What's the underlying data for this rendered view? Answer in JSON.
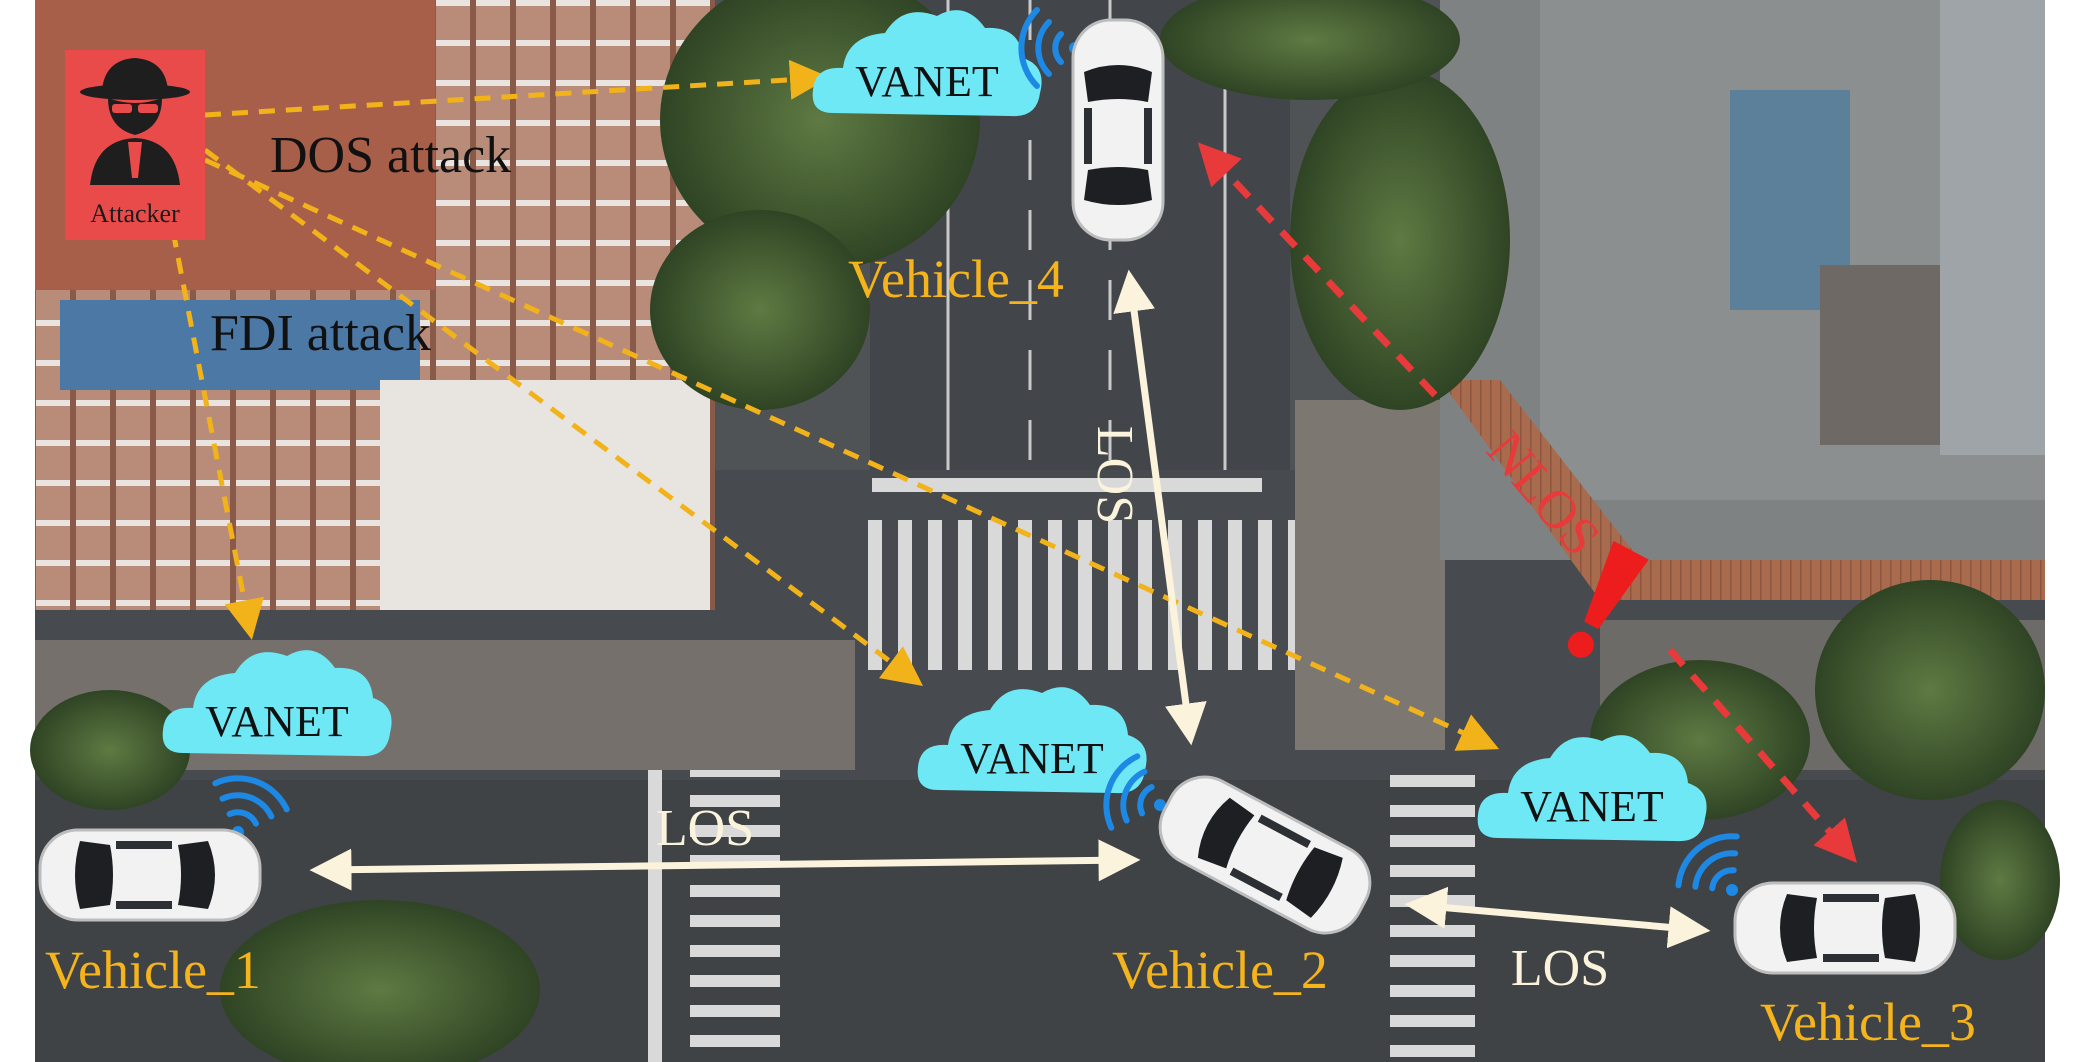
{
  "attacker": {
    "label": "Attacker",
    "icon": "spy-icon",
    "color": "#e94b4b"
  },
  "attacks": {
    "dos": "DOS attack",
    "fdi": "FDI attack"
  },
  "clouds": {
    "top": "VANET",
    "left": "VANET",
    "center": "VANET",
    "right": "VANET",
    "color": "#6ee8f5"
  },
  "vehicles": {
    "v1": "Vehicle_1",
    "v2": "Vehicle_2",
    "v3": "Vehicle_3",
    "v4": "Vehicle_4",
    "label_color": "#f5b31c"
  },
  "links": {
    "los_v1_v2": "LOS",
    "los_v2_v3": "LOS",
    "los_v2_v4": "LOS",
    "nlos": "NLOS",
    "los_color": "#fbf3dc",
    "nlos_color": "#e83a3a",
    "attack_color": "#f2b31a"
  },
  "warning": {
    "icon": "exclamation-icon",
    "color": "#ee1d1d"
  },
  "signal": {
    "icon": "wifi-signal-icon",
    "color": "#1e88e5"
  }
}
